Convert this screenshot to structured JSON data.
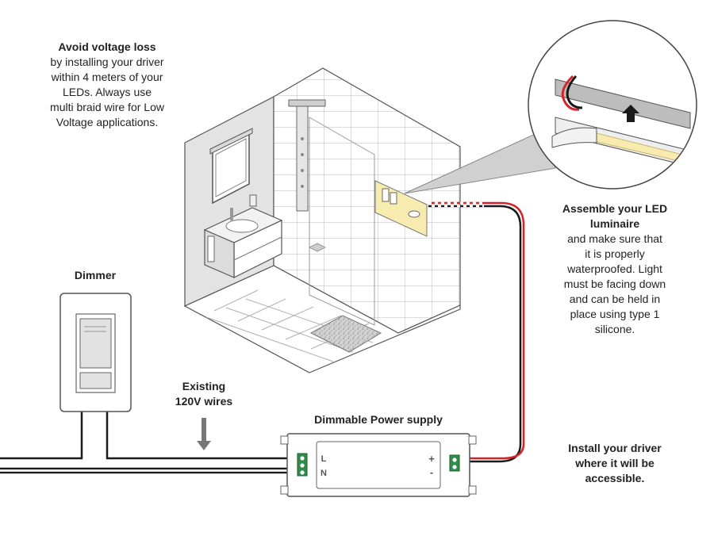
{
  "notes": {
    "voltage_loss": {
      "heading": "Avoid voltage loss",
      "lines": [
        "by installing your driver",
        "within 4 meters of your",
        "LEDs. Always use",
        "multi braid wire for Low",
        "Voltage applications."
      ]
    },
    "assemble": {
      "heading_lines": [
        "Assemble your LED",
        "luminaire"
      ],
      "lines": [
        "and make sure that",
        "it is properly",
        "waterproofed. Light",
        "must be facing down",
        "and can be held in",
        "place using type 1",
        "silicone."
      ]
    },
    "driver": {
      "lines": [
        "Install your driver",
        "where it will be",
        "accessible."
      ]
    }
  },
  "labels": {
    "dimmer": "Dimmer",
    "existing_wires": [
      "Existing",
      "120V wires"
    ],
    "power_supply": "Dimmable Power supply"
  },
  "power_supply_terminals": {
    "line": "L",
    "neutral": "N",
    "plus": "+",
    "minus": "-"
  },
  "colors": {
    "wire_red": "#d6232a",
    "wire_black": "#1a1a1a",
    "wall_gray": "#e3e3e3",
    "led_glow": "#f8ebb0",
    "terminal_green": "#2f8c4a"
  }
}
